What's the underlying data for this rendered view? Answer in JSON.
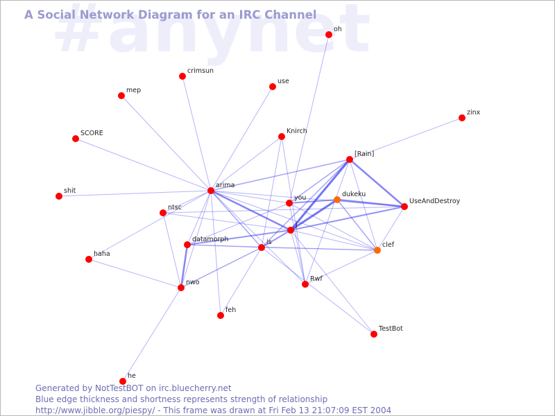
{
  "title": "A Social Network Diagram for an IRC Channel",
  "watermark": "#anynet",
  "footer": {
    "line1": "Generated by NotTestBOT on irc.bluecherry.net",
    "line2": "Blue edge thickness and shortness represents strength of relationship",
    "line3": "http://www.jibble.org/piespy/ - This frame was drawn at Fri Feb 13 21:07:09 EST 2004"
  },
  "colors": {
    "node": "#ff0000",
    "node_recent": "#ff6a00",
    "edge": "#3a3aee",
    "title": "#9b9bd0",
    "watermark": "#eeeefb",
    "footer": "#6c6cb4"
  },
  "nodes": [
    {
      "id": "oh",
      "label": "oh"
    },
    {
      "id": "crimsun",
      "label": "crimsun"
    },
    {
      "id": "use",
      "label": "use"
    },
    {
      "id": "mep",
      "label": "mep"
    },
    {
      "id": "zinx",
      "label": "zinx"
    },
    {
      "id": "SCORE",
      "label": "SCORE"
    },
    {
      "id": "Knirch",
      "label": "Knirch"
    },
    {
      "id": "Rain",
      "label": "[Rain]"
    },
    {
      "id": "arima",
      "label": "arima"
    },
    {
      "id": "shit",
      "label": "shit"
    },
    {
      "id": "dukeku",
      "label": "dukeku",
      "recent": true
    },
    {
      "id": "you",
      "label": "you"
    },
    {
      "id": "UseAndDestroy",
      "label": "UseAndDestroy"
    },
    {
      "id": "ntsc",
      "label": "ntsc"
    },
    {
      "id": "j",
      "label": "j"
    },
    {
      "id": "datamorph",
      "label": "datamorph"
    },
    {
      "id": "is",
      "label": "is"
    },
    {
      "id": "clef",
      "label": "clef",
      "recent": true
    },
    {
      "id": "haha",
      "label": "haha"
    },
    {
      "id": "Rwf",
      "label": "Rwf"
    },
    {
      "id": "nwo",
      "label": "nwo"
    },
    {
      "id": "feh",
      "label": "feh"
    },
    {
      "id": "TestBot",
      "label": "TestBot"
    },
    {
      "id": "he",
      "label": "he"
    }
  ],
  "edges": [
    {
      "from": "j",
      "to": "Rain",
      "weight": 3
    },
    {
      "from": "j",
      "to": "dukeku",
      "weight": 3
    },
    {
      "from": "Rain",
      "to": "UseAndDestroy",
      "weight": 2.5
    },
    {
      "from": "dukeku",
      "to": "UseAndDestroy",
      "weight": 2.5
    },
    {
      "from": "arima",
      "to": "j",
      "weight": 2.5
    },
    {
      "from": "datamorph",
      "to": "nwo",
      "weight": 2.5
    },
    {
      "from": "j",
      "to": "UseAndDestroy",
      "weight": 2
    },
    {
      "from": "you",
      "to": "dukeku",
      "weight": 2
    },
    {
      "from": "is",
      "to": "j",
      "weight": 2
    },
    {
      "from": "j",
      "to": "datamorph",
      "weight": 2
    },
    {
      "from": "Rain",
      "to": "is",
      "weight": 1.5
    },
    {
      "from": "Rain",
      "to": "you",
      "weight": 1.5
    },
    {
      "from": "nwo",
      "to": "is",
      "weight": 1.5
    },
    {
      "from": "arima",
      "to": "is",
      "weight": 1.5
    },
    {
      "from": "arima",
      "to": "Rain",
      "weight": 1.5
    },
    {
      "from": "dukeku",
      "to": "clef",
      "weight": 1.5
    },
    {
      "from": "Rain",
      "to": "clef",
      "weight": 1
    },
    {
      "from": "j",
      "to": "clef",
      "weight": 1
    },
    {
      "from": "zinx",
      "to": "Rain",
      "weight": 1
    },
    {
      "from": "arima",
      "to": "you",
      "weight": 1
    },
    {
      "from": "arima",
      "to": "UseAndDestroy",
      "weight": 1
    },
    {
      "from": "arima",
      "to": "shit",
      "weight": 1
    },
    {
      "from": "arima",
      "to": "crimsun",
      "weight": 1
    },
    {
      "from": "arima",
      "to": "mep",
      "weight": 1
    },
    {
      "from": "arima",
      "to": "SCORE",
      "weight": 1
    },
    {
      "from": "arima",
      "to": "use",
      "weight": 1
    },
    {
      "from": "arima",
      "to": "Knirch",
      "weight": 1
    },
    {
      "from": "arima",
      "to": "datamorph",
      "weight": 1
    },
    {
      "from": "arima",
      "to": "nwo",
      "weight": 1
    },
    {
      "from": "arima",
      "to": "feh",
      "weight": 1
    },
    {
      "from": "arima",
      "to": "Rwf",
      "weight": 1
    },
    {
      "from": "arima",
      "to": "clef",
      "weight": 1
    },
    {
      "from": "arima",
      "to": "haha",
      "weight": 1
    },
    {
      "from": "arima",
      "to": "ntsc",
      "weight": 1
    },
    {
      "from": "Knirch",
      "to": "is",
      "weight": 1
    },
    {
      "from": "oh",
      "to": "you",
      "weight": 1
    },
    {
      "from": "you",
      "to": "Rwf",
      "weight": 1
    },
    {
      "from": "you",
      "to": "datamorph",
      "weight": 1
    },
    {
      "from": "you",
      "to": "clef",
      "weight": 1
    },
    {
      "from": "ntsc",
      "to": "j",
      "weight": 1
    },
    {
      "from": "ntsc",
      "to": "nwo",
      "weight": 1
    },
    {
      "from": "ntsc",
      "to": "UseAndDestroy",
      "weight": 1
    },
    {
      "from": "datamorph",
      "to": "clef",
      "weight": 1
    },
    {
      "from": "datamorph",
      "to": "is",
      "weight": 1
    },
    {
      "from": "haha",
      "to": "nwo",
      "weight": 1
    },
    {
      "from": "nwo",
      "to": "he",
      "weight": 1
    },
    {
      "from": "is",
      "to": "feh",
      "weight": 1
    },
    {
      "from": "is",
      "to": "TestBot",
      "weight": 1
    },
    {
      "from": "is",
      "to": "clef",
      "weight": 1
    },
    {
      "from": "Rwf",
      "to": "clef",
      "weight": 1
    },
    {
      "from": "j",
      "to": "Rwf",
      "weight": 1
    },
    {
      "from": "j",
      "to": "TestBot",
      "weight": 1
    },
    {
      "from": "UseAndDestroy",
      "to": "clef",
      "weight": 1
    },
    {
      "from": "Rain",
      "to": "Rwf",
      "weight": 1
    },
    {
      "from": "Knirch",
      "to": "Rwf",
      "weight": 1
    }
  ]
}
